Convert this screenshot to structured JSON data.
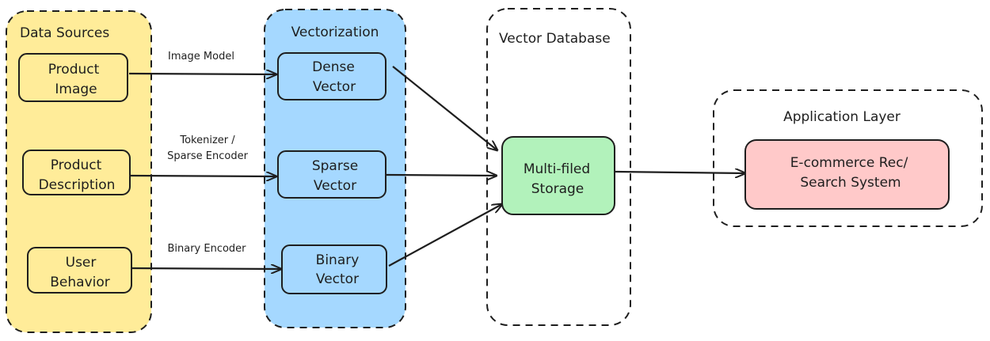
{
  "groups": {
    "data_sources": {
      "title": "Data Sources",
      "color": "#ffec99"
    },
    "vectorization": {
      "title": "Vectorization",
      "color": "#a5d8ff"
    },
    "vector_database": {
      "title": "Vector Database",
      "color": "#ffffff"
    },
    "application_layer": {
      "title": "Application Layer",
      "color": "#ffffff"
    }
  },
  "nodes": {
    "product_image": {
      "line1": "Product",
      "line2": "Image",
      "color": "#ffec99"
    },
    "product_description": {
      "line1": "Product",
      "line2": "Description",
      "color": "#ffec99"
    },
    "user_behavior": {
      "line1": "User",
      "line2": "Behavior",
      "color": "#ffec99"
    },
    "dense_vector": {
      "line1": "Dense",
      "line2": "Vector",
      "color": "#a5d8ff"
    },
    "sparse_vector": {
      "line1": "Sparse",
      "line2": "Vector",
      "color": "#a5d8ff"
    },
    "binary_vector": {
      "line1": "Binary",
      "line2": "Vector",
      "color": "#a5d8ff"
    },
    "multi_filed_storage": {
      "line1": "Multi-filed",
      "line2": "Storage",
      "color": "#b2f2bb"
    },
    "ecommerce_system": {
      "line1": "E-commerce Rec/",
      "line2": "Search System",
      "color": "#ffc9c9"
    }
  },
  "edges": {
    "image_model": {
      "label": "Image Model"
    },
    "tokenizer": {
      "line1": "Tokenizer /",
      "line2": "Sparse Encoder"
    },
    "binary_encoder": {
      "label": "Binary Encoder"
    }
  },
  "colors": {
    "stroke": "#1e1e1e"
  }
}
